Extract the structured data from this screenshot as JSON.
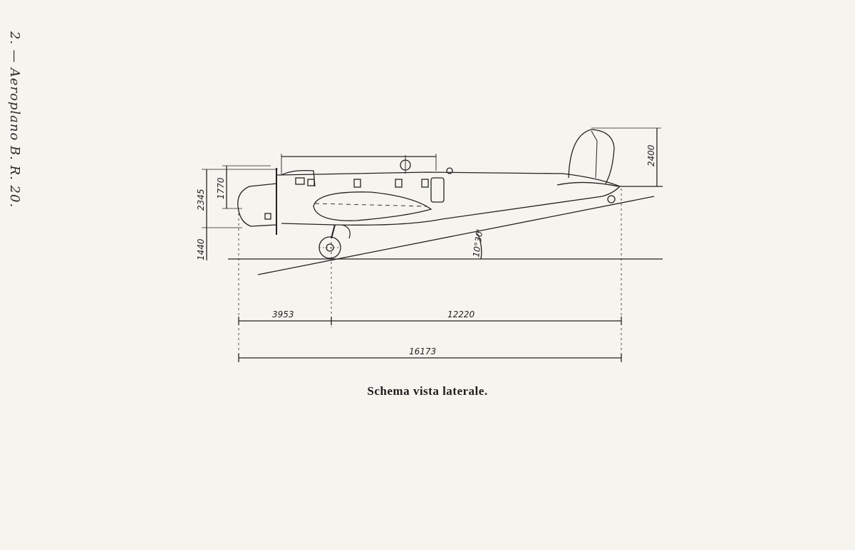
{
  "page": {
    "side_header": "2. — Aeroplano B. R. 20.",
    "caption": "Schema vista laterale."
  },
  "drawing": {
    "subject": "aircraft side view schematic",
    "dimensions": {
      "nose_to_wheel": "3953",
      "wheel_to_tail": "12220",
      "overall_length": "16173",
      "tail_height": "2400",
      "ground_clearance": "1440",
      "height_total": "2345",
      "fuselage_height": "1770",
      "ground_angle": "10°30'"
    }
  },
  "colors": {
    "paper": "#f6f4ef",
    "ink": "#222222"
  }
}
